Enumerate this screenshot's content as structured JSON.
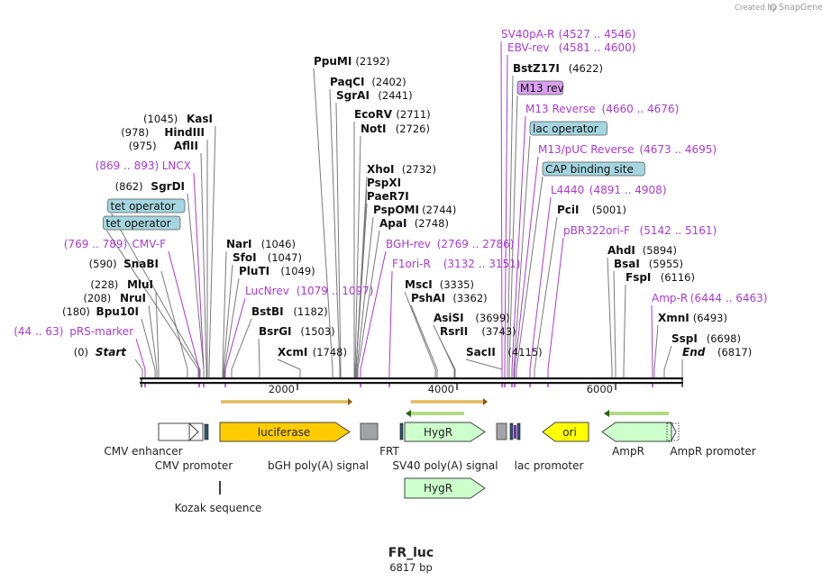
{
  "credit": {
    "text": "Created by",
    "brand": "SnapGene"
  },
  "plasmid": {
    "name": "FR_luc",
    "length": "6817 bp"
  },
  "scale_ticks": [
    "2000",
    "4000",
    "6000"
  ],
  "colors": {
    "primer": "#a93ad6",
    "box_fill": "#a5d6e0",
    "box_primer_fill": "#d9a1ef",
    "enzyme": "#111111",
    "luciferase": "#ffcc00",
    "hygr": "#ccffcc",
    "ampr": "#ccffcc",
    "ori": "#ffff00",
    "grey": "#a0a4a8"
  },
  "sites": [
    {
      "kind": "enz",
      "name": "KasI",
      "pos": "(1045)"
    },
    {
      "kind": "enz",
      "name": "HindIII",
      "pos": "(978)"
    },
    {
      "kind": "enz",
      "name": "AflII",
      "pos": "(975)"
    },
    {
      "kind": "primer",
      "name": "LNCX",
      "pos": "(869 .. 893)"
    },
    {
      "kind": "enz",
      "name": "SgrDI",
      "pos": "(862)"
    },
    {
      "kind": "box",
      "name": "tet operator",
      "pos": ""
    },
    {
      "kind": "box",
      "name": "tet operator",
      "pos": ""
    },
    {
      "kind": "primer",
      "name": "CMV-F",
      "pos": "(769 .. 789)"
    },
    {
      "kind": "enz",
      "name": "SnaBI",
      "pos": "(590)"
    },
    {
      "kind": "enz",
      "name": "MluI",
      "pos": "(228)"
    },
    {
      "kind": "enz",
      "name": "NruI",
      "pos": "(208)"
    },
    {
      "kind": "enz",
      "name": "Bpu10I",
      "pos": "(180)"
    },
    {
      "kind": "primer",
      "name": "pRS-marker",
      "pos": "(44 .. 63)"
    },
    {
      "kind": "start",
      "name": "Start",
      "pos": "(0)"
    },
    {
      "kind": "enz",
      "name": "PpuMI",
      "pos": "(2192)"
    },
    {
      "kind": "enz",
      "name": "PaqCI",
      "pos": "(2402)"
    },
    {
      "kind": "enz",
      "name": "SgrAI",
      "pos": "(2441)"
    },
    {
      "kind": "enz",
      "name": "EcoRV",
      "pos": "(2711)"
    },
    {
      "kind": "enz",
      "name": "NotI",
      "pos": "(2726)"
    },
    {
      "kind": "enz",
      "name": "XhoI",
      "pos": "(2732)"
    },
    {
      "kind": "enz",
      "name": "PspXI",
      "pos": ""
    },
    {
      "kind": "enz",
      "name": "PaeR7I",
      "pos": ""
    },
    {
      "kind": "enz",
      "name": "PspOMI",
      "pos": "(2744)"
    },
    {
      "kind": "enz",
      "name": "ApaI",
      "pos": "(2748)"
    },
    {
      "kind": "primer",
      "name": "BGH-rev",
      "pos": "(2769 .. 2786)"
    },
    {
      "kind": "primer",
      "name": "F1ori-R",
      "pos": "(3132 .. 3151)"
    },
    {
      "kind": "enz",
      "name": "NarI",
      "pos": "(1046)"
    },
    {
      "kind": "enz",
      "name": "SfoI",
      "pos": "(1047)"
    },
    {
      "kind": "enz",
      "name": "PluTI",
      "pos": "(1049)"
    },
    {
      "kind": "primer",
      "name": "LucNrev",
      "pos": "(1079 .. 1097)"
    },
    {
      "kind": "enz",
      "name": "BstBI",
      "pos": "(1182)"
    },
    {
      "kind": "enz",
      "name": "BsrGI",
      "pos": "(1503)"
    },
    {
      "kind": "enz",
      "name": "XcmI",
      "pos": "(1748)"
    },
    {
      "kind": "enz",
      "name": "MscI",
      "pos": "(3335)"
    },
    {
      "kind": "enz",
      "name": "PshAI",
      "pos": "(3362)"
    },
    {
      "kind": "enz",
      "name": "AsiSI",
      "pos": "(3699)"
    },
    {
      "kind": "enz",
      "name": "RsrII",
      "pos": "(3743)"
    },
    {
      "kind": "enz",
      "name": "SacII",
      "pos": "(4115)"
    },
    {
      "kind": "primer",
      "name": "SV40pA-R",
      "pos": "(4527 .. 4546)"
    },
    {
      "kind": "primer",
      "name": "EBV-rev",
      "pos": "(4581 .. 4600)"
    },
    {
      "kind": "enz",
      "name": "BstZ17I",
      "pos": "(4622)"
    },
    {
      "kind": "boxp",
      "name": "M13 rev",
      "pos": ""
    },
    {
      "kind": "primer",
      "name": "M13 Reverse",
      "pos": "(4660 .. 4676)"
    },
    {
      "kind": "box",
      "name": "lac operator",
      "pos": ""
    },
    {
      "kind": "primer",
      "name": "M13/pUC Reverse",
      "pos": "(4673 .. 4695)"
    },
    {
      "kind": "box",
      "name": "CAP binding site",
      "pos": ""
    },
    {
      "kind": "primer",
      "name": "L4440",
      "pos": "(4891 .. 4908)"
    },
    {
      "kind": "enz",
      "name": "PciI",
      "pos": "(5001)"
    },
    {
      "kind": "primer",
      "name": "pBR322ori-F",
      "pos": "(5142 .. 5161)"
    },
    {
      "kind": "enz",
      "name": "AhdI",
      "pos": "(5894)"
    },
    {
      "kind": "enz",
      "name": "BsaI",
      "pos": "(5955)"
    },
    {
      "kind": "enz",
      "name": "FspI",
      "pos": "(6116)"
    },
    {
      "kind": "primer",
      "name": "Amp-R",
      "pos": "(6444 .. 6463)"
    },
    {
      "kind": "enz",
      "name": "XmnI",
      "pos": "(6493)"
    },
    {
      "kind": "enz",
      "name": "SspI",
      "pos": "(6698)"
    },
    {
      "kind": "end",
      "name": "End",
      "pos": "(6817)"
    }
  ],
  "features": {
    "cmv_enhancer": "CMV enhancer",
    "cmv_promoter": "CMV promoter",
    "luciferase": "luciferase",
    "bgh": "bGH poly(A) signal",
    "kozak": "Kozak sequence",
    "frt": "FRT",
    "hygr1": "HygR",
    "hygr2": "HygR",
    "sv40": "SV40 poly(A) signal",
    "lac_promoter": "lac promoter",
    "ori": "ori",
    "ampr": "AmpR",
    "ampr_promoter": "AmpR promoter"
  }
}
